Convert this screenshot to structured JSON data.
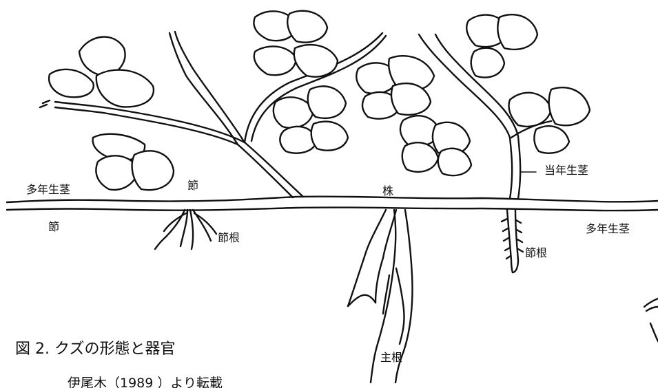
{
  "labels": {
    "perennial_stem_left": "多年生茎",
    "node_upper": "節",
    "crown": "株",
    "current_year_stem": "当年生茎",
    "node_lower": "節",
    "node_root_left": "節根",
    "perennial_stem_right": "多年生茎",
    "node_root_right": "節根",
    "main_root": "主根"
  },
  "caption": {
    "title": "図 2. クズの形態と器官",
    "source": "伊尾木（1989 ）より転載"
  }
}
